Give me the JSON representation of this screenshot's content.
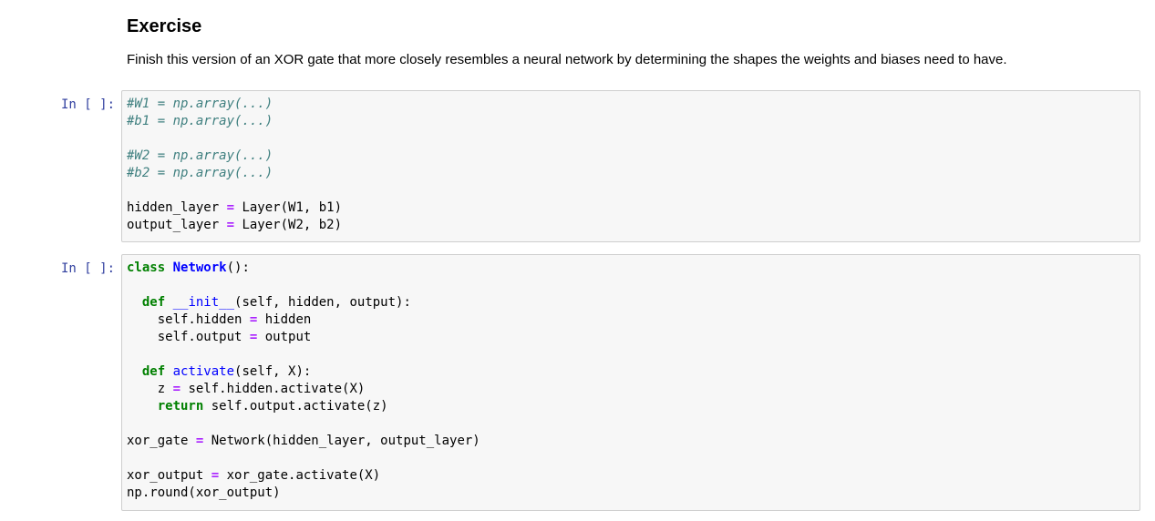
{
  "markdown": {
    "heading": "Exercise",
    "text": "Finish this version of an XOR gate that more closely resembles a neural network by determining the shapes the weights and biases need to have."
  },
  "cells": [
    {
      "prompt": "In [ ]:",
      "lines": [
        [
          {
            "t": "#W1 = np.array(...)",
            "c": "c"
          }
        ],
        [
          {
            "t": "#b1 = np.array(...)",
            "c": "c"
          }
        ],
        [],
        [
          {
            "t": "#W2 = np.array(...)",
            "c": "c"
          }
        ],
        [
          {
            "t": "#b2 = np.array(...)",
            "c": "c"
          }
        ],
        [],
        [
          {
            "t": "hidden_layer ",
            "c": "t"
          },
          {
            "t": "=",
            "c": "o"
          },
          {
            "t": " Layer(W1, b1)",
            "c": "t"
          }
        ],
        [
          {
            "t": "output_layer ",
            "c": "t"
          },
          {
            "t": "=",
            "c": "o"
          },
          {
            "t": " Layer(W2, b2)",
            "c": "t"
          }
        ]
      ]
    },
    {
      "prompt": "In [ ]:",
      "lines": [
        [
          {
            "t": "class",
            "c": "k"
          },
          {
            "t": " ",
            "c": "t"
          },
          {
            "t": "Network",
            "c": "nc"
          },
          {
            "t": "():",
            "c": "t"
          }
        ],
        [],
        [
          {
            "t": "  ",
            "c": "t"
          },
          {
            "t": "def",
            "c": "k"
          },
          {
            "t": " ",
            "c": "t"
          },
          {
            "t": "__init__",
            "c": "nf"
          },
          {
            "t": "(self, hidden, output):",
            "c": "t"
          }
        ],
        [
          {
            "t": "    self.hidden ",
            "c": "t"
          },
          {
            "t": "=",
            "c": "o"
          },
          {
            "t": " hidden",
            "c": "t"
          }
        ],
        [
          {
            "t": "    self.output ",
            "c": "t"
          },
          {
            "t": "=",
            "c": "o"
          },
          {
            "t": " output",
            "c": "t"
          }
        ],
        [],
        [
          {
            "t": "  ",
            "c": "t"
          },
          {
            "t": "def",
            "c": "k"
          },
          {
            "t": " ",
            "c": "t"
          },
          {
            "t": "activate",
            "c": "nf"
          },
          {
            "t": "(self, X):",
            "c": "t"
          }
        ],
        [
          {
            "t": "    z ",
            "c": "t"
          },
          {
            "t": "=",
            "c": "o"
          },
          {
            "t": " self.hidden.activate(X)",
            "c": "t"
          }
        ],
        [
          {
            "t": "    ",
            "c": "t"
          },
          {
            "t": "return",
            "c": "k"
          },
          {
            "t": " self.output.activate(z)",
            "c": "t"
          }
        ],
        [],
        [
          {
            "t": "xor_gate ",
            "c": "t"
          },
          {
            "t": "=",
            "c": "o"
          },
          {
            "t": " Network(hidden_layer, output_layer)",
            "c": "t"
          }
        ],
        [],
        [
          {
            "t": "xor_output ",
            "c": "t"
          },
          {
            "t": "=",
            "c": "o"
          },
          {
            "t": " xor_gate.activate(X)",
            "c": "t"
          }
        ],
        [
          {
            "t": "np.round(xor_output)",
            "c": "t"
          }
        ]
      ]
    }
  ]
}
